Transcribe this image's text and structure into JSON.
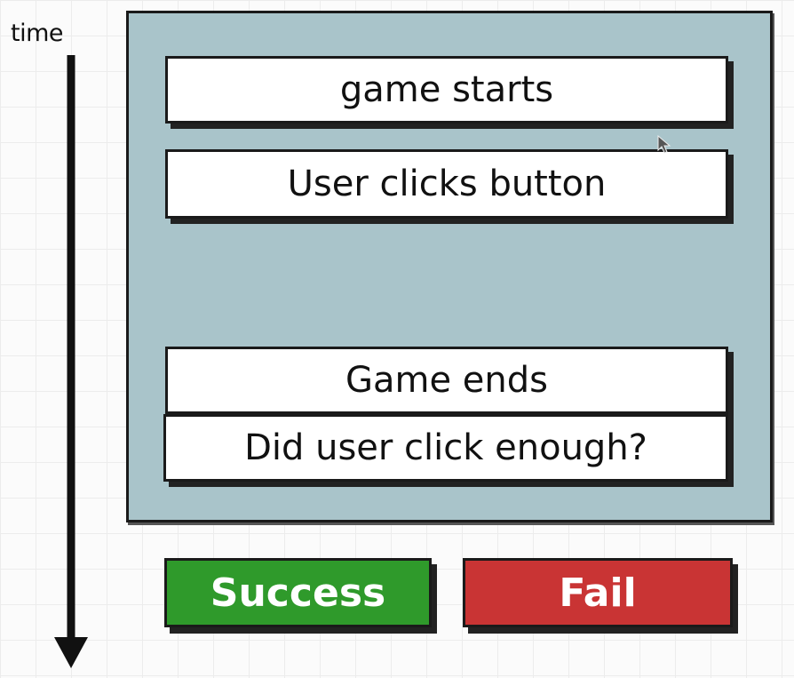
{
  "axis": {
    "label": "time"
  },
  "steps": [
    {
      "label": "game starts"
    },
    {
      "label": "User clicks button"
    },
    {
      "label": "Game ends"
    },
    {
      "label": "Did user click enough?"
    }
  ],
  "outcomes": {
    "success": {
      "label": "Success",
      "color": "#2f9a2b"
    },
    "fail": {
      "label": "Fail",
      "color": "#c93434"
    }
  },
  "colors": {
    "panel": "#a9c4ca",
    "box": "#ffffff",
    "stroke": "#1a1a1a"
  }
}
